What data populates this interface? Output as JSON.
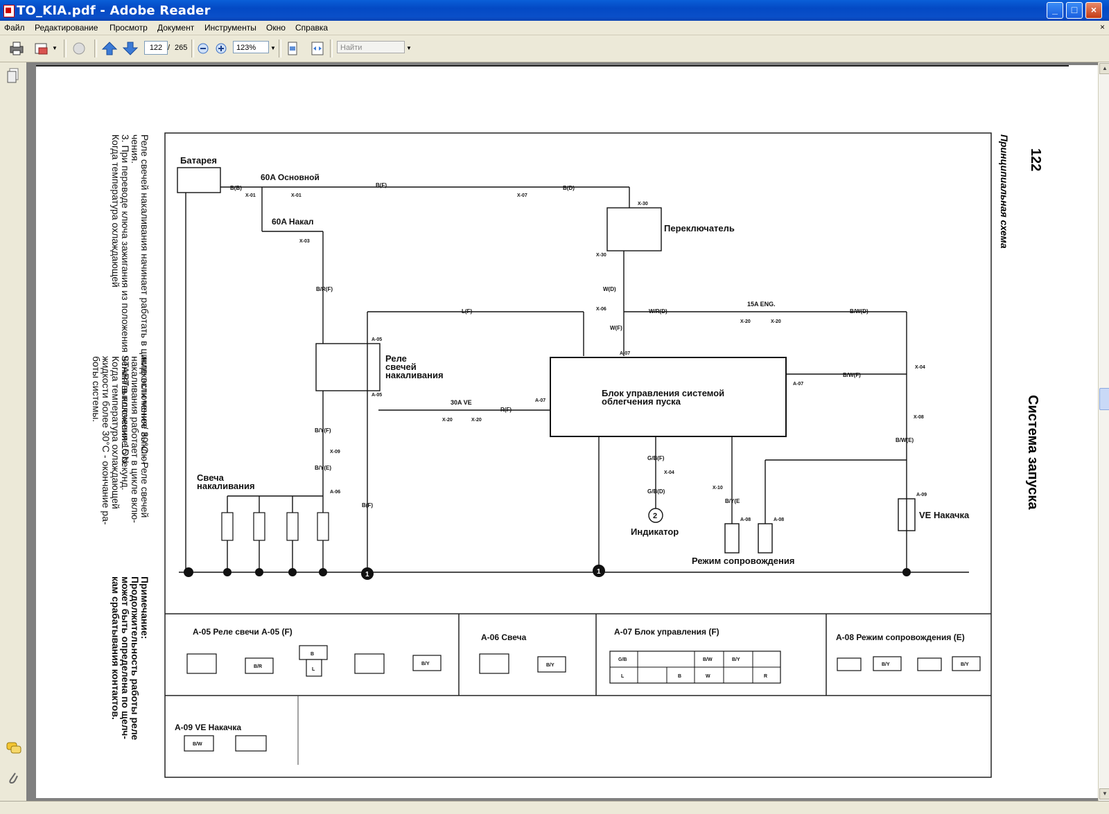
{
  "window": {
    "title": "TO_KIA.pdf - Adobe Reader",
    "minimize": "_",
    "maximize": "□",
    "close": "×"
  },
  "menu": [
    "Файл",
    "Редактирование",
    "Просмотр",
    "Документ",
    "Инструменты",
    "Окно",
    "Справка"
  ],
  "toolbar": {
    "page_current": "122",
    "page_sep": "/",
    "page_total": "265",
    "zoom": "123%",
    "find_placeholder": "Найти",
    "icons": [
      "print-icon",
      "email-icon",
      "hand-tool-icon",
      "previous-page-icon",
      "next-page-icon",
      "zoom-out-icon",
      "zoom-in-icon",
      "fit-page-icon",
      "fit-width-icon"
    ]
  },
  "document": {
    "page_number": "122",
    "header_left": "Принципиальная схема",
    "header_right": "Система запуска",
    "left_text": {
      "col1": "Реле свечей накаливания начинает работать в цикле включения/ выклю-",
      "col1b": "чения.",
      "col2": "3. При переводе ключа зажигания из положения START в положение ON.",
      "col3": "Когда температура охлаждающей",
      "col4": "жидкости менее 30°C - Реле свечей",
      "col5": "накаливания работает в цикле вклю-",
      "col6": "чения/выключения 15 секунд.",
      "col7": "Когда температура охлаждающей",
      "col8": "жидкости более 30°C - окончание ра-",
      "col9": "боты системы.",
      "note_title": "Примечание:",
      "note1": "Продолжительность работы реле",
      "note2": "может быть определена по щелч-",
      "note3": "кам срабатывания контактов."
    },
    "diagram": {
      "battery": "Батарея",
      "fuse_main": "60A Основной",
      "fuse_glow": "60A Накал",
      "switch": "Переключатель",
      "relay": "Реле свечей накаливания",
      "relay_l1": "Реле",
      "relay_l2": "свечей",
      "relay_l3": "накаливания",
      "ecu_l1": "Блок управления системой",
      "ecu_l2": "облегчения пуска",
      "glow_l1": "Свеча",
      "glow_l2": "накаливания",
      "indicator": "Индикатор",
      "escort": "Режим сопровождения",
      "ve_coil": "VE Накачка",
      "fuse_15": "15A ENG.",
      "fuse_30": "30A VE",
      "wires": [
        "B(B)",
        "B(F)",
        "B(D)",
        "B/R(F)",
        "L(F)",
        "W(D)",
        "W(F)",
        "W/R(D)",
        "B/W(D)",
        "B/W(F)",
        "B/W(E)",
        "R(F)",
        "B/Y(F)",
        "B/Y(E)",
        "B(F)",
        "G/B(F)",
        "G/B(D)",
        "B/Y(E"
      ],
      "connectors": [
        "X-01",
        "X-01",
        "X-03",
        "X-07",
        "X-30",
        "X-30",
        "X-06",
        "X-20",
        "X-20",
        "A-05",
        "A-05",
        "A-07",
        "A-07",
        "X-04",
        "X-08",
        "A-09",
        "X-09",
        "A-06",
        "A-07",
        "X-20",
        "X-20",
        "X-04",
        "X-10",
        "A-08",
        "A-08"
      ]
    },
    "connector_table": {
      "a05": "A-05 Реле свечи A-05 (F)",
      "a06": "A-06 Свеча",
      "a07": "A-07 Блок управления (F)",
      "a08": "A-08 Режим сопровождения (E)",
      "a09": "A-09 VE Накачка",
      "pins_a05": [
        "B/R",
        "B",
        "L",
        "B/Y"
      ],
      "pins_a06": [
        "B/Y"
      ],
      "pins_a07_top": [
        "G/B",
        "",
        "",
        "B/W",
        "B/Y",
        ""
      ],
      "pins_a07_bot": [
        "L",
        "",
        "B",
        "W",
        "",
        "R"
      ],
      "pins_a08": [
        "B/Y",
        "B/Y"
      ],
      "pins_a09": [
        "B/W"
      ]
    }
  }
}
